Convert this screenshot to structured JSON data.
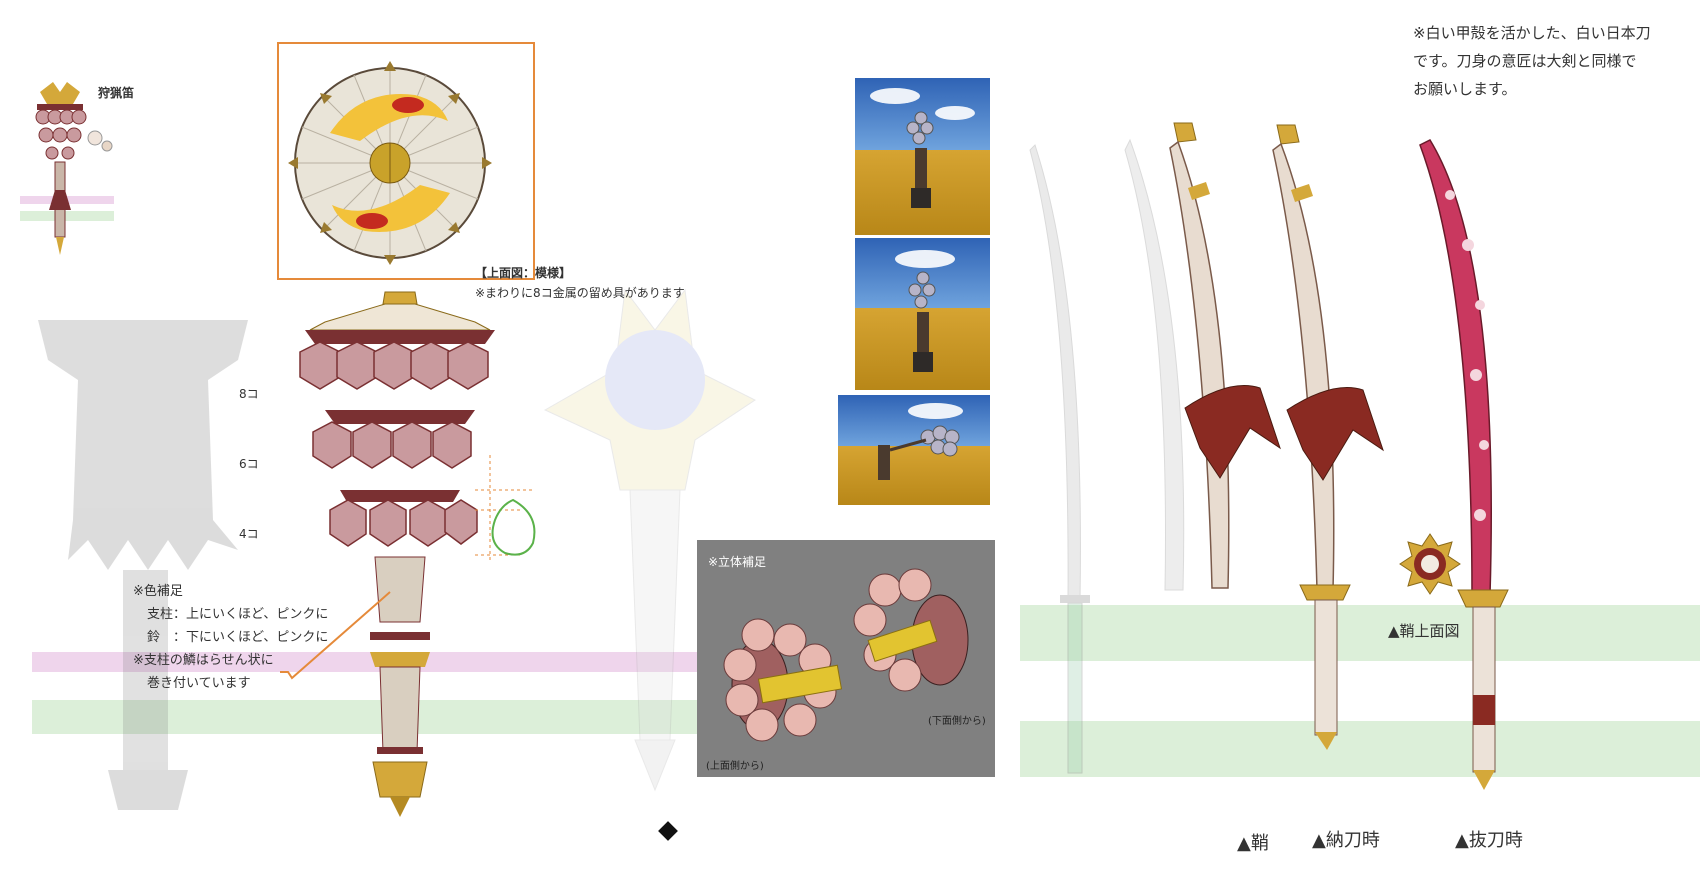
{
  "texts": {
    "item_name": "狩猟笛",
    "top_view": "【上面図：模様】",
    "top_view_note": "※まわりに8コ金属の留め具があります",
    "count_8": "8コ",
    "count_6": "6コ",
    "count_4": "4コ",
    "color_note": [
      "※色補足",
      "支柱：上にいくほど、ピンクに",
      "鈴　：下にいくほど、ピンクに",
      "※支柱の鱗はらせん状に",
      "巻き付いています"
    ],
    "solid_supplement": "※立体補足",
    "from_top": "(上面側から)",
    "from_bottom": "(下面側から)",
    "katana_note": [
      "※白い甲殻を活かした、白い日本刀",
      "です。刀身の意匠は大剣と同様で",
      "お願いします。"
    ],
    "saya_top": "▲鞘上面図",
    "saya": "▲鞘",
    "noto": "▲納刀時",
    "batto": "▲抜刀時"
  },
  "colors": {
    "pink_stripe": "#efd5ec",
    "green_stripe": "#dcefd9",
    "bell_pink": "#c99a9e",
    "wood_dark": "#7a3032",
    "gold": "#d4a83a",
    "orange_outline": "#e58a3a",
    "panel_grey": "#808080",
    "blade_pink": "#c9385f"
  },
  "icons": [
    "diamond-marker-icon",
    "triangle-marker-icon"
  ]
}
